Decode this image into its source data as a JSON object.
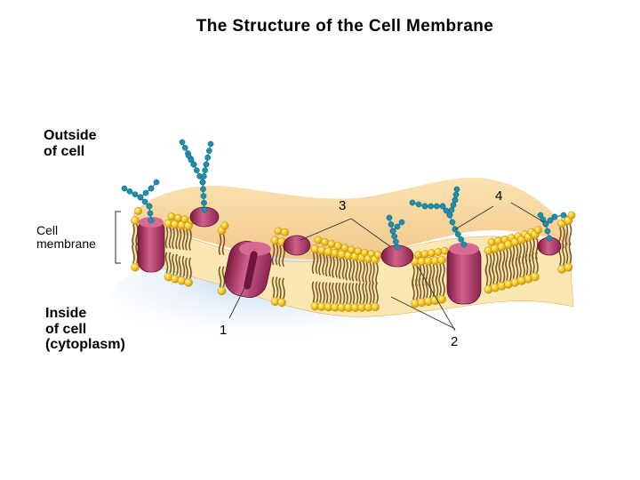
{
  "title": "The Structure of the Cell Membrane",
  "labels": {
    "outside": [
      "Outside",
      "of cell"
    ],
    "membrane": [
      "Cell",
      "membrane"
    ],
    "inside": [
      "Inside",
      "of cell",
      "(cytoplasm)"
    ],
    "n1": "1",
    "n2": "2",
    "n3": "3",
    "n4": "4"
  },
  "colors": {
    "lipid_head": "#f5c51a",
    "lipid_tail": "#8a6a2a",
    "membrane_core": "#fbe7b2",
    "protein": "#b0386a",
    "carbohydrate": "#1d8fb0",
    "outside_bg": "#f4d7a5",
    "inside_bg": "#c9ddf2"
  }
}
